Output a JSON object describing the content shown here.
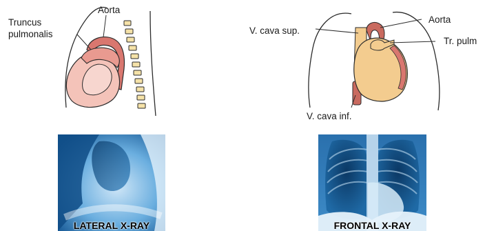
{
  "lateral_view": {
    "labels": {
      "aorta": "Aorta",
      "truncus_line1": "Truncus",
      "truncus_line2": "pulmonalis"
    },
    "xray_caption": "LATERAL X-RAY"
  },
  "frontal_view": {
    "labels": {
      "vcava_sup": "V. cava sup.",
      "aorta": "Aorta",
      "tr_pulm": "Tr. pulm",
      "vcava_inf": "V. cava inf."
    },
    "xray_caption": "FRONTAL X-RAY"
  },
  "colors": {
    "outline": "#2b2b2b",
    "heart_lateral": "#f4c3b9",
    "vessel_red": "#d9776f",
    "vessel_dark": "#c96a5f",
    "heart_frontal": "#f3cc8f",
    "spine": "#f5e2a8",
    "xray_blue": "#1f6fb0"
  }
}
